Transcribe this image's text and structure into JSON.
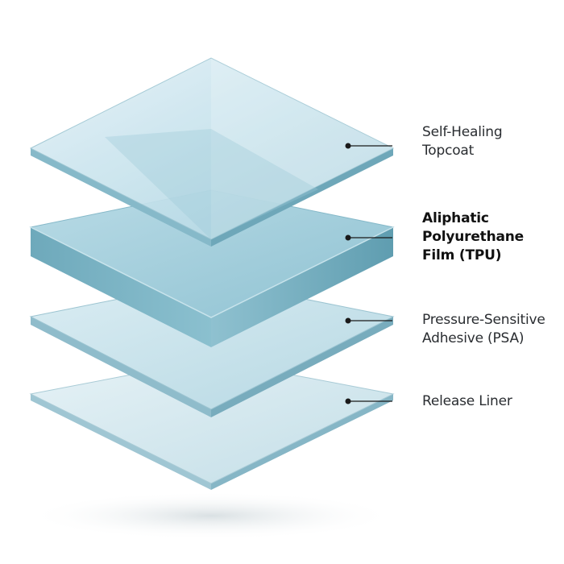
{
  "layers": [
    {
      "id": "topcoat",
      "lines": [
        "Self-Healing",
        "Topcoat"
      ],
      "bold": false
    },
    {
      "id": "tpu",
      "lines": [
        "Aliphatic",
        "Polyurethane",
        "Film (TPU)"
      ],
      "bold": true
    },
    {
      "id": "psa",
      "lines": [
        "Pressure-Sensitive",
        "Adhesive (PSA)"
      ],
      "bold": false
    },
    {
      "id": "liner",
      "lines": [
        "Release Liner"
      ],
      "bold": false
    }
  ],
  "colors": {
    "glass_top": "#cfe6ee",
    "glass_edge": "#7fb3c4",
    "tpu_top": "#a9d2df",
    "tpu_edge": "#5d9db1",
    "leader": "#1a1a1a"
  }
}
